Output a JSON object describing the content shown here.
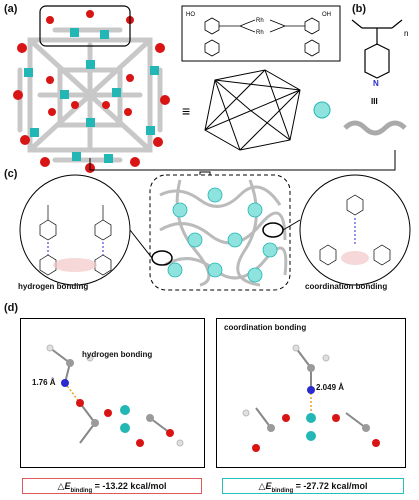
{
  "panels": {
    "a": {
      "label": "(a)"
    },
    "b": {
      "label": "(b)",
      "polymer_subscript": "n",
      "roman_label": "III",
      "atom_N": "N"
    },
    "c": {
      "label": "(c)",
      "left_caption": "hydrogen bonding",
      "right_caption": "coordination bonding"
    },
    "d": {
      "label": "(d)",
      "left": {
        "title": "hydrogen bonding",
        "distance": "1.76 Å",
        "energy_prefix": "△E",
        "energy_sub": "binding",
        "energy_value": "= -13.22 kcal/mol"
      },
      "right": {
        "title": "coordination bonding",
        "distance": "2.049 Å",
        "energy_prefix": "△E",
        "energy_sub": "binding",
        "energy_value": "= -27.72 kcal/mol"
      }
    }
  },
  "chem": {
    "ho": "HO",
    "oh": "OH",
    "rh": "Rh",
    "equiv": "≡"
  },
  "colors": {
    "oxygen": "#d91414",
    "rhodium": "#22b7b4",
    "carbon": "#9a9a9a",
    "hydrogen": "#e0e0e0",
    "nitrogen": "#2a2ad0",
    "box_left": "#e05a5a",
    "box_right": "#25c1b8"
  }
}
